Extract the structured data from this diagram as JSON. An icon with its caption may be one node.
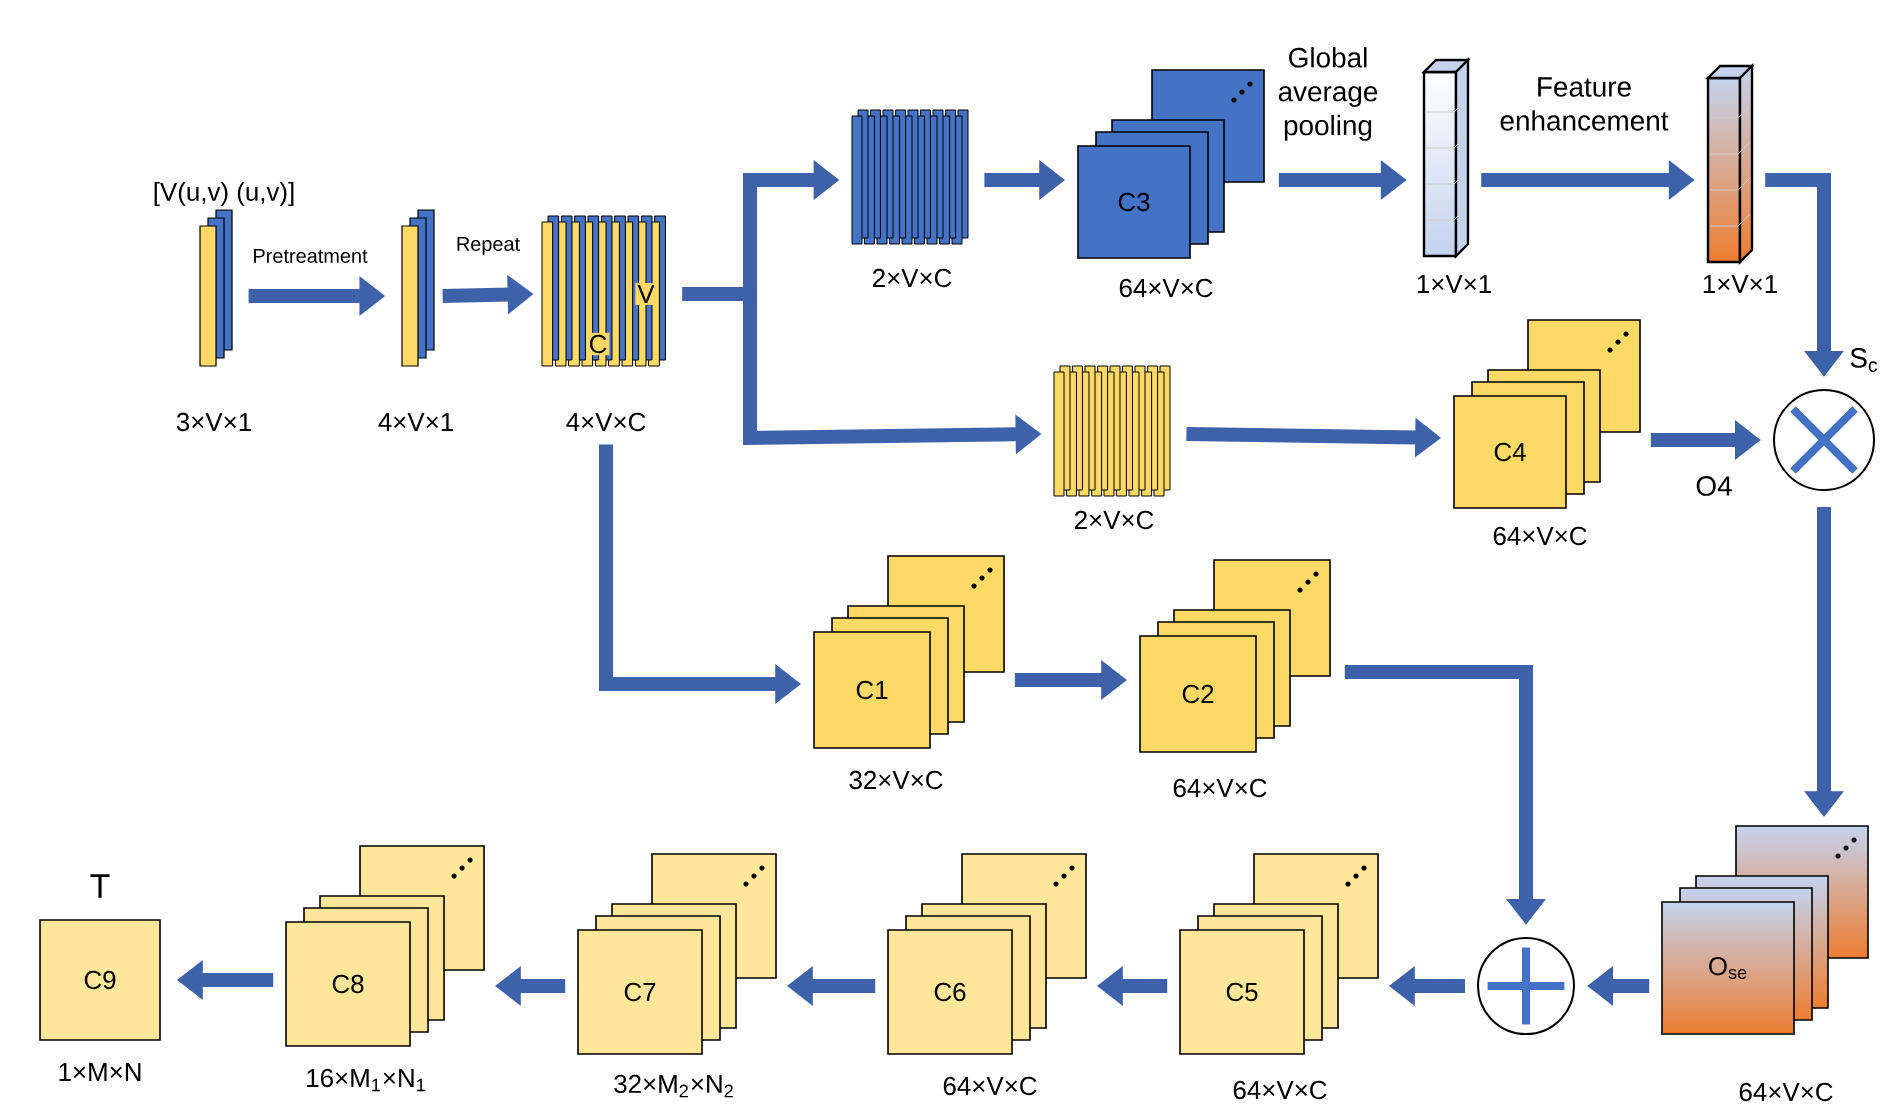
{
  "diagram": {
    "nodes": [
      {
        "text": [],
        "shape": "bar",
        "beside": [
          "[V(u,v)  (u,v)]",
          "3×V×1"
        ]
      },
      {
        "text": [],
        "shape": "bar",
        "beside": [
          "4×V×1"
        ]
      },
      {
        "text": [
          "V",
          "C"
        ],
        "beside": [
          "4×V×C"
        ]
      },
      {
        "text": [],
        "shape": "bar",
        "beside": [
          "2×V×C"
        ]
      },
      {
        "text": [
          "C3"
        ],
        "beside": [
          "64×V×C"
        ]
      },
      {
        "text": [],
        "shape": "bar",
        "beside": [
          "1×V×1"
        ]
      },
      {
        "text": [],
        "shape": "bar",
        "beside": [
          "1×V×1"
        ]
      },
      {
        "text": [],
        "shape": "circle"
      },
      {
        "text": [],
        "shape": "bar",
        "beside": [
          "2×V×C"
        ]
      },
      {
        "text": [
          "C4"
        ],
        "beside": [
          "64×V×C"
        ]
      },
      {
        "text": [
          "C1"
        ],
        "beside": [
          "32×V×C"
        ]
      },
      {
        "text": [
          "C2"
        ],
        "beside": [
          "64×V×C"
        ]
      },
      {
        "text": [
          "O$_{se}$"
        ],
        "beside": [
          "64×V×C"
        ]
      },
      {
        "text": [],
        "shape": "circle"
      },
      {
        "text": [
          "C5"
        ],
        "beside": [
          "64×V×C"
        ]
      },
      {
        "text": [
          "C6"
        ],
        "beside": [
          "64×V×C"
        ]
      },
      {
        "text": [
          "C7"
        ],
        "beside": [
          "32×M$_{2}$×N$_{2}$"
        ]
      },
      {
        "text": [
          "C8"
        ],
        "beside": [
          "16×M$_{1}$×N$_{1}$"
        ]
      },
      {
        "text": [
          "C9"
        ],
        "beside": [
          "T",
          "1×M×N"
        ]
      }
    ],
    "edges": [
      {
        "from": 0,
        "to": 1,
        "arrow": "to",
        "label": "Pretreatment"
      },
      {
        "from": 1,
        "to": 2,
        "arrow": "to",
        "label": "Repeat"
      },
      {
        "from": 2,
        "to": 3,
        "arrow": "to"
      },
      {
        "from": 3,
        "to": 4,
        "arrow": "to"
      },
      {
        "from": 4,
        "to": 5,
        "arrow": "to",
        "label": "Global average pooling"
      },
      {
        "from": 5,
        "to": 6,
        "arrow": "to",
        "label": "Feature enhancement"
      },
      {
        "from": 6,
        "to": 7,
        "arrow": "to",
        "label": "S$_{c}$"
      },
      {
        "from": 2,
        "to": 8,
        "arrow": "to"
      },
      {
        "from": 8,
        "to": 9,
        "arrow": "to"
      },
      {
        "from": 9,
        "to": 7,
        "arrow": "to",
        "label": "O4"
      },
      {
        "from": 2,
        "to": 10,
        "arrow": "to"
      },
      {
        "from": 10,
        "to": 11,
        "arrow": "to"
      },
      {
        "from": 11,
        "to": 13,
        "arrow": "to"
      },
      {
        "from": 7,
        "to": 12,
        "arrow": "to"
      },
      {
        "from": 12,
        "to": 13,
        "arrow": "to"
      },
      {
        "from": 13,
        "to": 14,
        "arrow": "to"
      },
      {
        "from": 14,
        "to": 15,
        "arrow": "to"
      },
      {
        "from": 15,
        "to": 16,
        "arrow": "to"
      },
      {
        "from": 16,
        "to": 17,
        "arrow": "to"
      },
      {
        "from": 17,
        "to": 18,
        "arrow": "to"
      }
    ]
  }
}
